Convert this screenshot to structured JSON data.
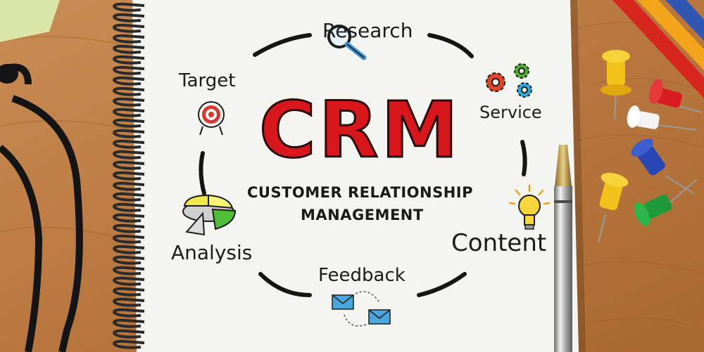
{
  "notebook": {
    "title": "CRM",
    "subtitle_line1": "CUSTOMER RELATIONSHIP",
    "subtitle_line2": "MANAGEMENT"
  },
  "cycle_labels": {
    "research": "Research",
    "service": "Service",
    "content": "Content",
    "feedback": "Feedback",
    "analysis": "Analysis",
    "target": "Target"
  },
  "icons": {
    "research": "magnifier-icon",
    "service": "gears-icon",
    "content": "lightbulb-icon",
    "feedback": "envelopes-exchange-icon",
    "analysis": "pie-chart-icon",
    "target": "target-icon"
  },
  "colors": {
    "title_red": "#d8171d",
    "desk_wood": "#b97a45",
    "paper": "#f4f4f1"
  }
}
